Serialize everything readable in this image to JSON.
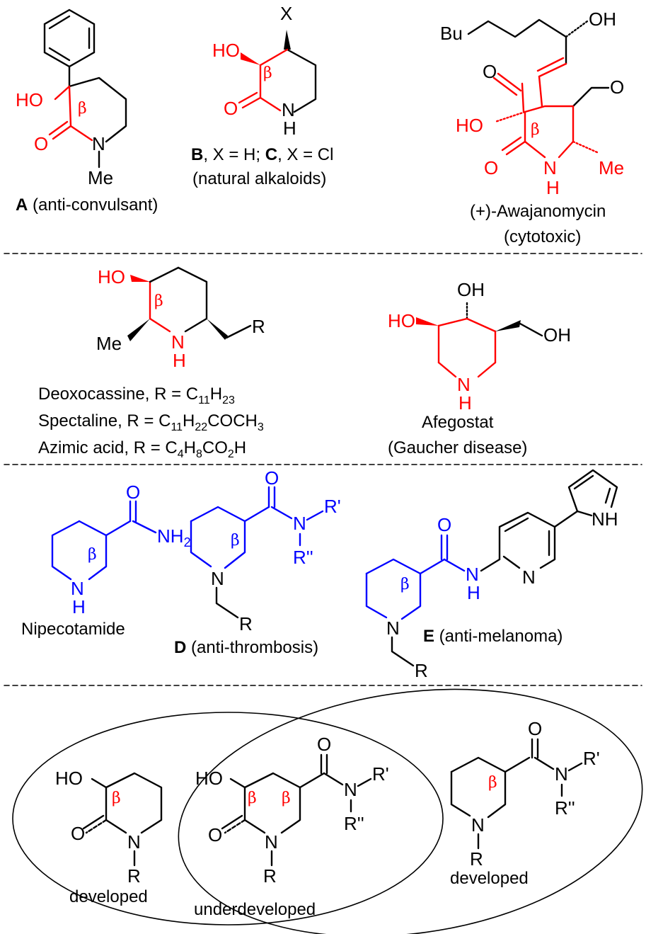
{
  "atoms": {
    "OH": "OH",
    "HO": "HO",
    "O": "O",
    "N": "N",
    "H": "H",
    "X": "X",
    "Me": "Me",
    "Bu": "Bu",
    "R": "R",
    "R1": "R'",
    "R2": "R''",
    "NH2_main": "NH",
    "NH2_sub": "2",
    "NH": "NH",
    "beta": "β"
  },
  "section1": {
    "A_bold": "A",
    "A_rest": " (anti-convulsant)",
    "BC_bold_B": "B",
    "BC_mid": ", X = H; ",
    "BC_bold_C": "C",
    "BC_end": ", X = Cl",
    "BC_sub": "(natural alkaloids)",
    "awaj_name": "(+)-Awajanomycin",
    "awaj_sub": "(cytotoxic)"
  },
  "section2": {
    "deox_pre": "Deoxocassine, R = C",
    "deox_sub1": "11",
    "deox_mid": "H",
    "deox_sub2": "23",
    "spec_pre": "Spectaline, R = C",
    "spec_sub1": "11",
    "spec_mid": "H",
    "spec_sub2": "22",
    "spec_mid2": "COCH",
    "spec_sub3": "3",
    "azim_pre": "Azimic acid, R = C",
    "azim_sub1": "4",
    "azim_mid": "H",
    "azim_sub2": "8",
    "azim_mid2": "CO",
    "azim_sub3": "2",
    "azim_end": "H",
    "afeg_name": "Afegostat",
    "afeg_sub": "(Gaucher disease)"
  },
  "section3": {
    "nipe_name": "Nipecotamide",
    "D_bold": "D",
    "D_rest": " (anti-thrombosis)",
    "E_bold": "E",
    "E_rest": " (anti-melanoma)"
  },
  "section4": {
    "developed_left": "developed",
    "underdeveloped": "underdeveloped",
    "developed_right": "developed"
  },
  "colors": {
    "highlight_red": "#ff0000",
    "highlight_blue": "#0000ff",
    "ink": "#000000"
  }
}
